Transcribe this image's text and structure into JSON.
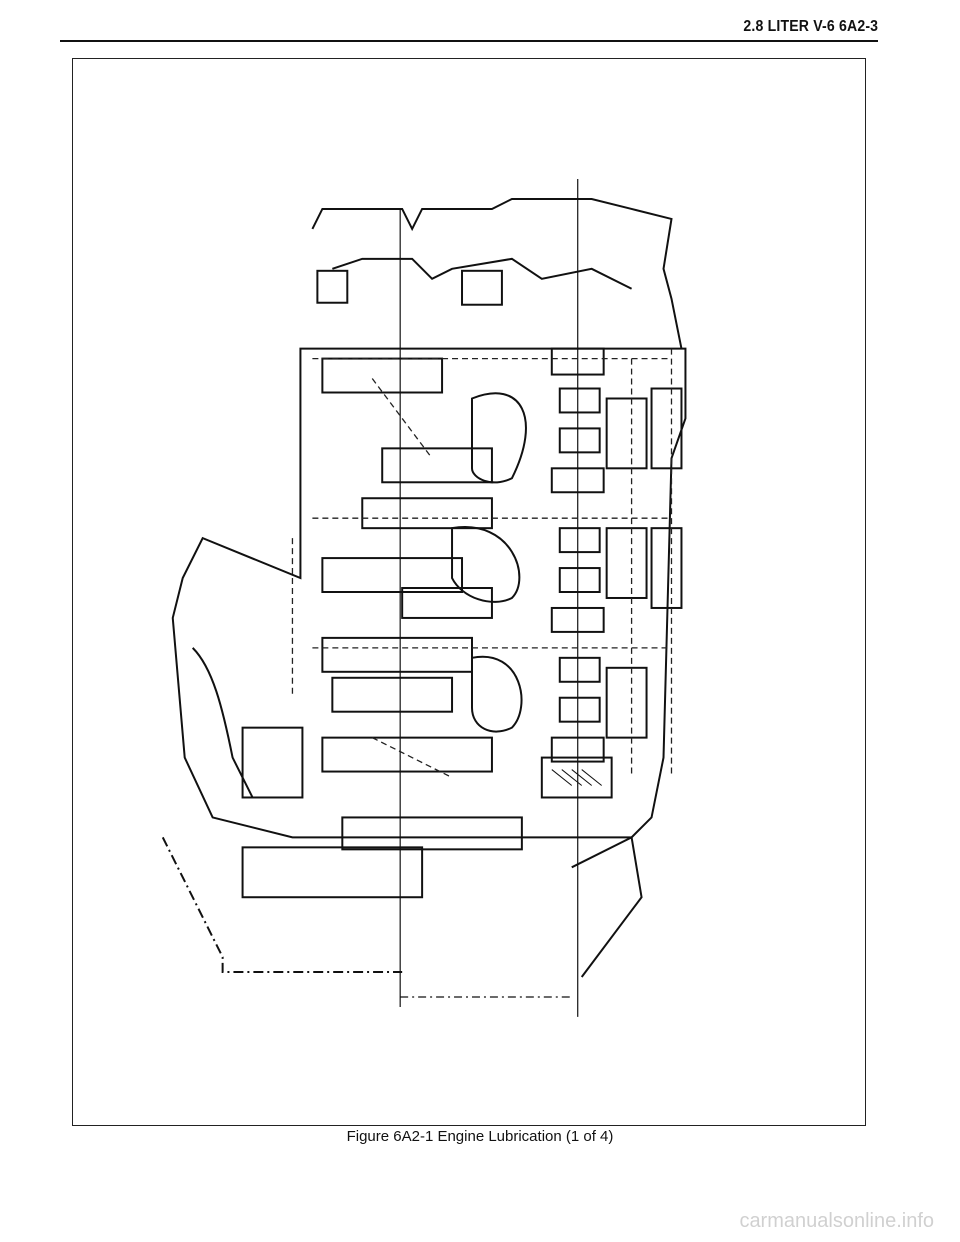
{
  "header": {
    "section_title": "2.8 LITER V-6  6A2-3"
  },
  "figure": {
    "caption": "Figure 6A2-1 Engine Lubrication (1 of 4)"
  },
  "watermark": "carmanualsonline.info"
}
